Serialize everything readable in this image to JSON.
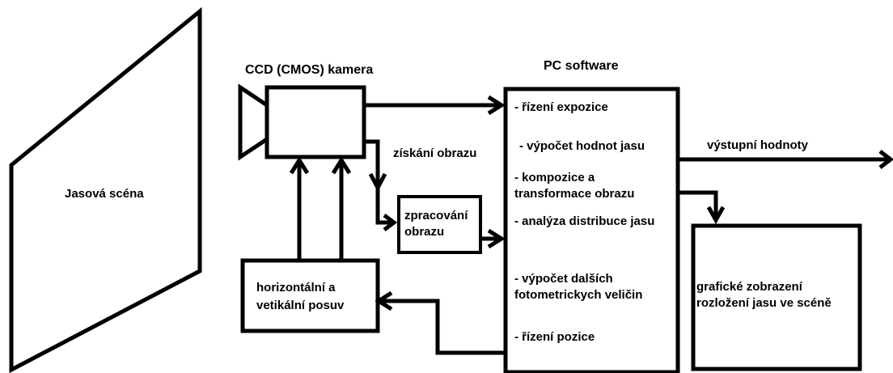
{
  "scene": {
    "label": "Jasová scéna"
  },
  "camera": {
    "title": "CCD (CMOS) kamera"
  },
  "pc": {
    "title": "PC software",
    "items": [
      "- řízení expozice",
      "- výpočet hodnot jasu",
      "- kompozice a transformace obrazu",
      "- analýza distribuce jasu",
      "- výpočet dalších fotometrickych veličin",
      "- řízení pozice"
    ]
  },
  "processing": {
    "label": "zpracování obrazu"
  },
  "positioning": {
    "label": "horizontální a vetikální posuv"
  },
  "display": {
    "label": "grafické zobrazení rozložení jasu ve scéně"
  },
  "acquisition": {
    "label": "získání obrazu"
  },
  "output": {
    "label": "výstupní hodnoty"
  },
  "colors": {
    "stroke": "#000000",
    "background": "#ffffff"
  }
}
